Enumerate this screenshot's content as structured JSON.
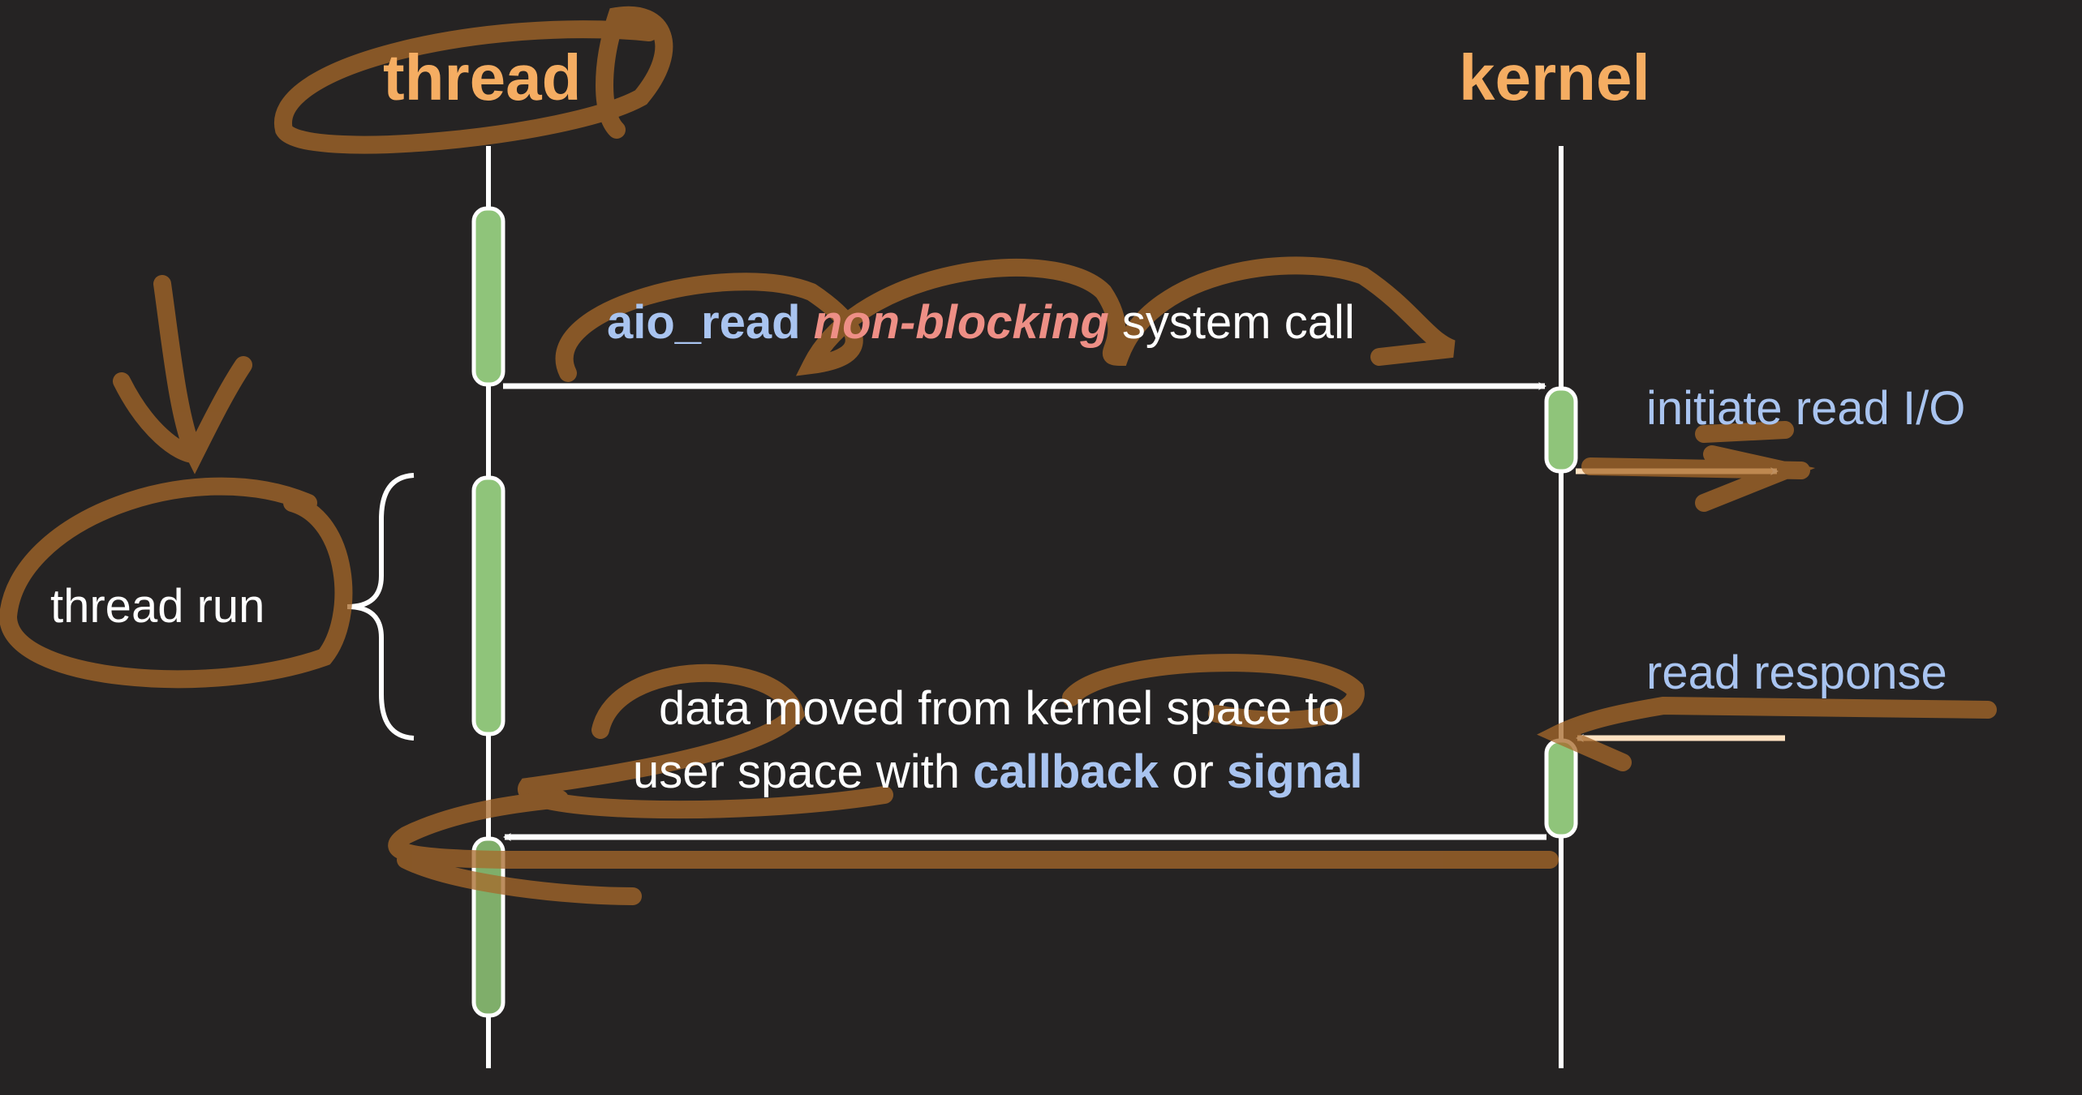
{
  "participants": {
    "thread": "thread",
    "kernel": "kernel"
  },
  "messages": {
    "call": {
      "fn": "aio_read",
      "mode": "non-blocking",
      "rest": "system call"
    },
    "initiate": "initiate read I/O",
    "response": "read response",
    "return": {
      "line1": "data moved from kernel space to",
      "line2_a": "user space with",
      "callback": "callback",
      "or": "or",
      "signal": "signal"
    }
  },
  "thread_run": "thread run",
  "colors": {
    "background": "#252323",
    "title": "#f5ad62",
    "activation": "#8fc47a",
    "annotation": "#a8692a",
    "keyword_blue": "#a9c4f0",
    "keyword_pink": "#ee8f86"
  }
}
